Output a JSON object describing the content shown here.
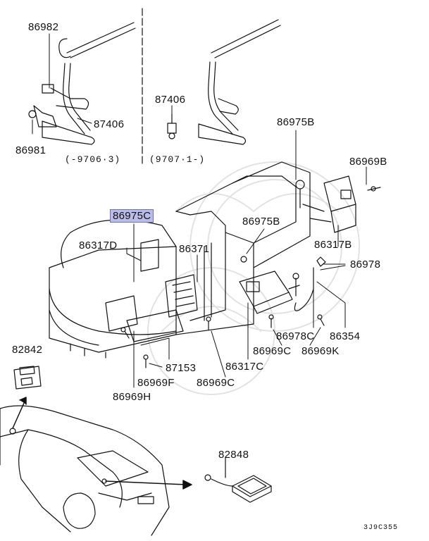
{
  "labels": {
    "p86982": "86982",
    "p87406_left": "87406",
    "p86981": "86981",
    "p87406_top": "87406",
    "p86975B_top": "86975B",
    "p86969B": "86969B",
    "p86975C": "86975C",
    "p86317D": "86317D",
    "p86371": "86371",
    "p86975B_mid": "86975B",
    "p86317B": "86317B",
    "p86978": "86978",
    "p86978C": "86978C",
    "p86354": "86354",
    "p86969C_right": "86969C",
    "p86969K": "86969K",
    "p82842": "82842",
    "p87153": "87153",
    "p86317C": "86317C",
    "p86969F": "86969F",
    "p86969C_mid": "86969C",
    "p86969H": "86969H",
    "p82848": "82848"
  },
  "notes": {
    "date_left": "(-9706·3)",
    "date_right": "(9707·1-)"
  },
  "diagram_code": "3J9C355",
  "highlight_color": "#b9bde8"
}
